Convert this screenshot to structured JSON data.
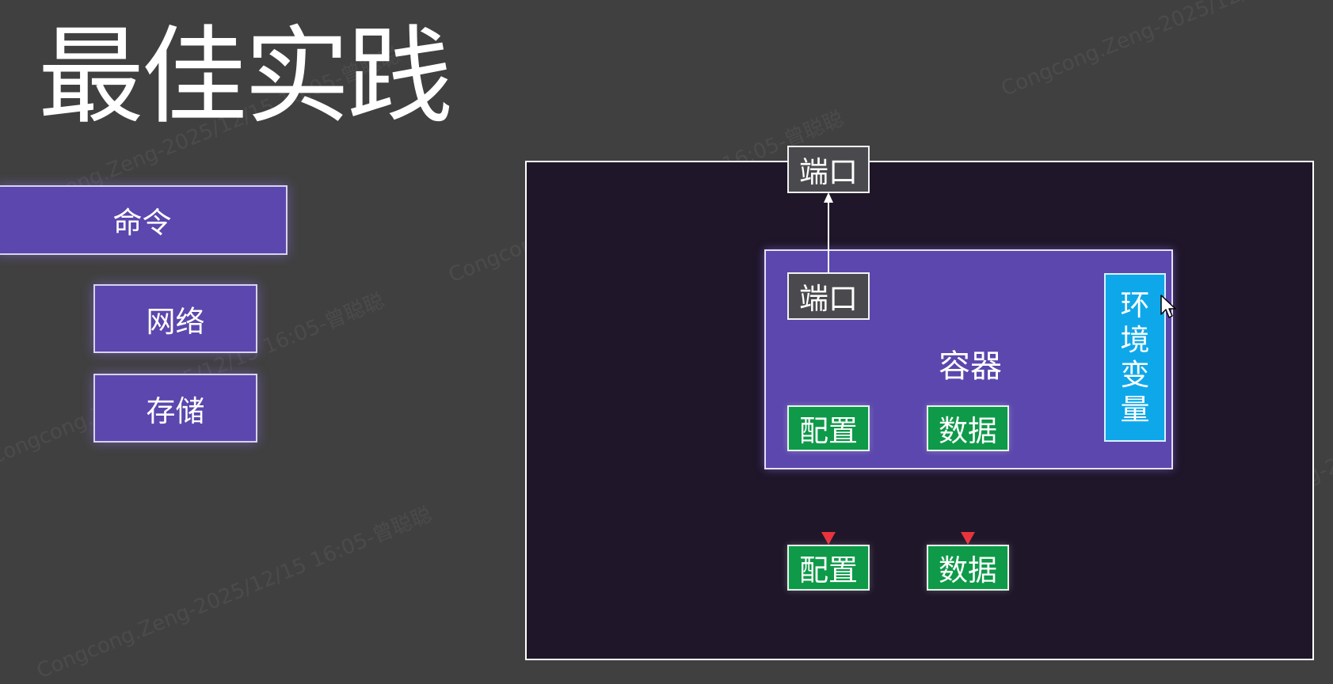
{
  "title": "最佳实践",
  "sidebar": {
    "command_label": "命令",
    "network_label": "网络",
    "storage_label": "存储"
  },
  "diagram": {
    "outer_port_label": "端口",
    "container_label": "容器",
    "inner_port_label": "端口",
    "env_chars": [
      "环",
      "境",
      "变",
      "量"
    ],
    "config_label": "配置",
    "data_label": "数据",
    "host_config_label": "配置",
    "host_data_label": "数据"
  },
  "watermark": {
    "text_a": "Congcong.Zeng-2025/12/15  16:05-曾聪聪",
    "text_b": "Congcong.Zeng-2025/12/1"
  },
  "colors": {
    "background": "#404040",
    "purple": "#5b47ad",
    "frame": "#1f1629",
    "green": "#0e9a49",
    "blue": "#0ea8ea",
    "port_gray": "#4a4a4e",
    "arrow_dotted_from": "#a86ad9",
    "arrow_dotted_to": "#e8333d"
  }
}
